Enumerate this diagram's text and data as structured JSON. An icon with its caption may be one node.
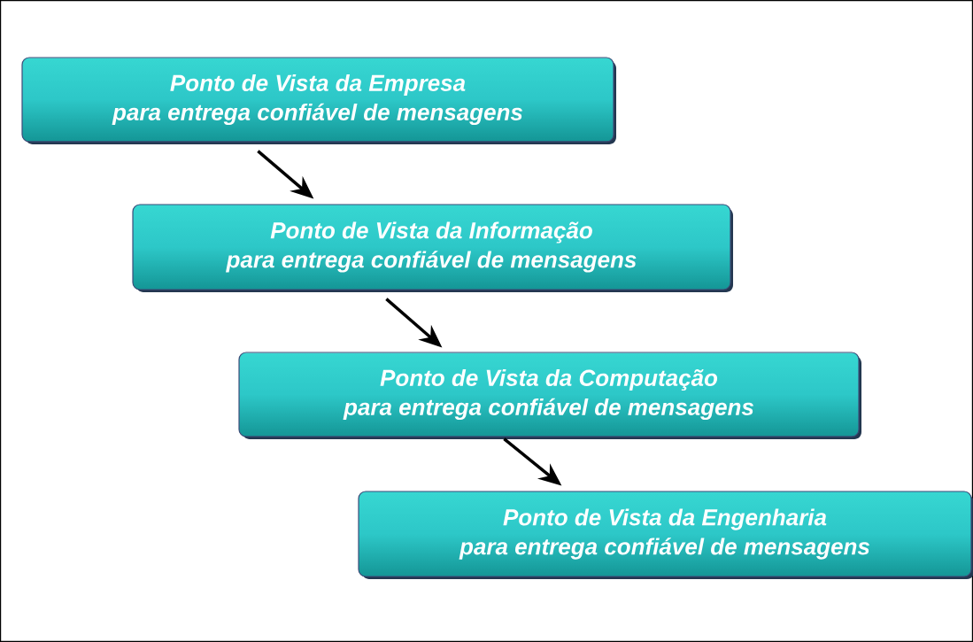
{
  "diagram": {
    "nodes": [
      {
        "text": [
          "Ponto de Vista da Empresa",
          "para entrega confiável de mensagens"
        ]
      },
      {
        "text": [
          "Ponto de Vista da Informação",
          "para entrega confiável de mensagens"
        ]
      },
      {
        "text": [
          "Ponto de Vista da Computação",
          "para entrega confiável de mensagens"
        ]
      },
      {
        "text": [
          "Ponto de Vista da Engenharia",
          "para entrega confiável de mensagens"
        ]
      }
    ],
    "edges": [
      {
        "from": 0,
        "to": 1,
        "arrow": "to"
      },
      {
        "from": 1,
        "to": 2,
        "arrow": "to"
      },
      {
        "from": 2,
        "to": 3,
        "arrow": "to"
      }
    ]
  }
}
